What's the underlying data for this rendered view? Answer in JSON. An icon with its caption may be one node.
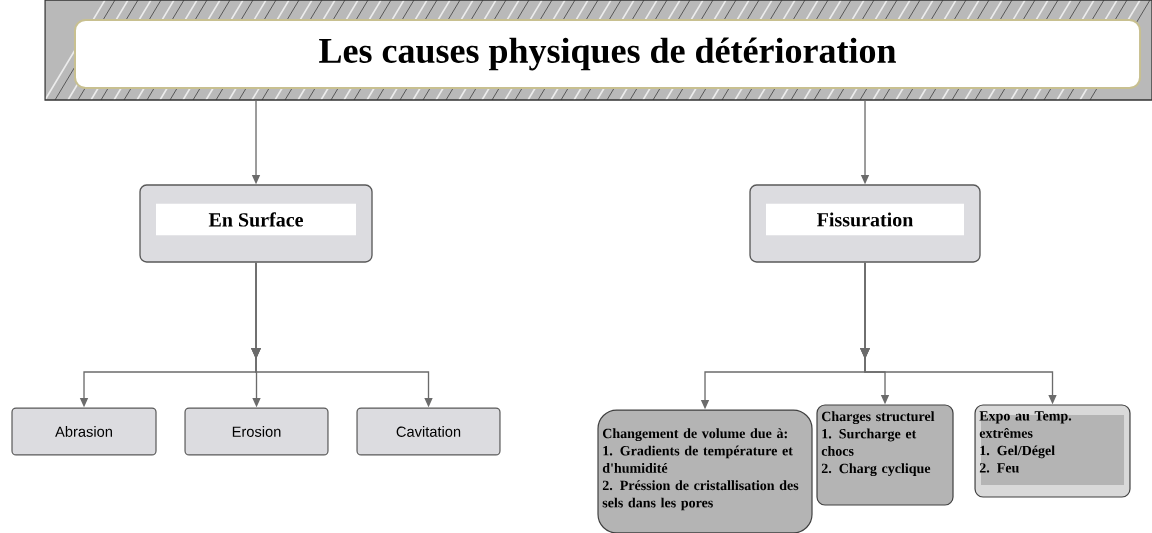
{
  "diagram": {
    "nodes": [
      {
        "text": [
          "Les causes physiques de détérioration"
        ]
      },
      {
        "text": [
          "En Surface"
        ]
      },
      {
        "text": [
          "Fissuration"
        ]
      },
      {
        "text": [
          "Abrasion"
        ]
      },
      {
        "text": [
          "Erosion"
        ]
      },
      {
        "text": [
          "Cavitation"
        ]
      },
      {
        "text": [
          "Changement de volume due à:",
          "1. Gradients de température et d'humidité",
          "2. Préssion de cristallisation des sels dans les pores"
        ]
      },
      {
        "text": [
          "Charges structurel",
          "1. Surcharge et chocs",
          "2. Charg cyclique"
        ]
      },
      {
        "text": [
          "Expo au Temp. extrêmes",
          "1. Gel/Dégel",
          "2. Feu"
        ]
      }
    ],
    "edges": [
      {
        "from": 0,
        "to": 1,
        "arrow": "to"
      },
      {
        "from": 0,
        "to": 2,
        "arrow": "to"
      },
      {
        "from": 1,
        "to": 3,
        "arrow": "to"
      },
      {
        "from": 1,
        "to": 4,
        "arrow": "to"
      },
      {
        "from": 1,
        "to": 5,
        "arrow": "to"
      },
      {
        "from": 2,
        "to": 6,
        "arrow": "to"
      },
      {
        "from": 2,
        "to": 7,
        "arrow": "to"
      },
      {
        "from": 2,
        "to": 8,
        "arrow": "to"
      }
    ]
  }
}
